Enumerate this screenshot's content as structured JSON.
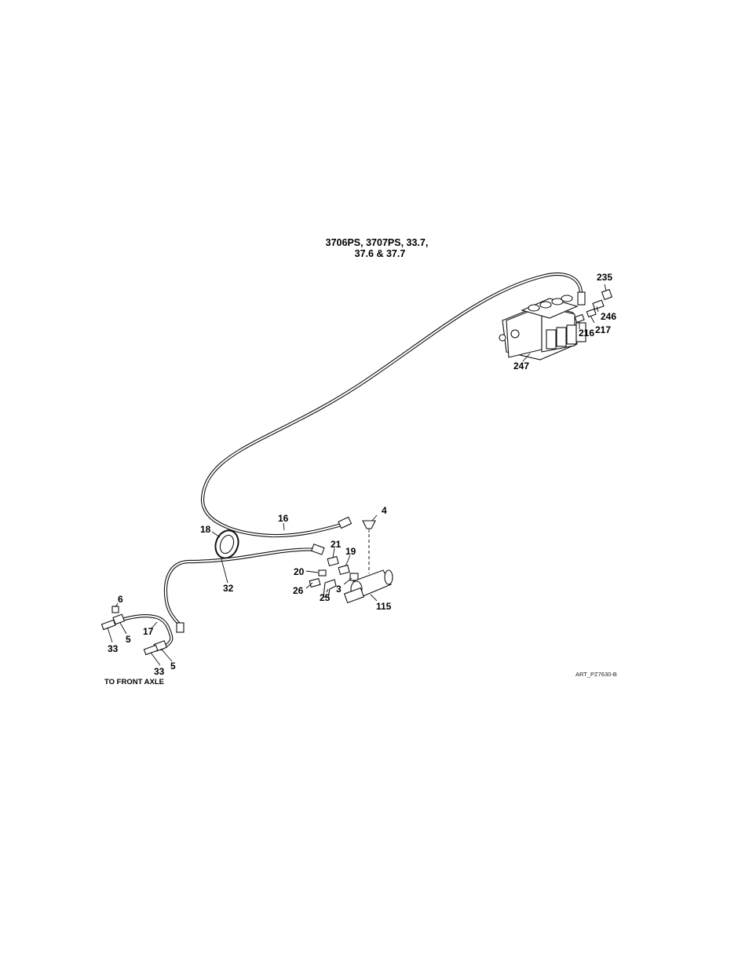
{
  "title_lines": [
    "3706PS, 3707PS, 33.7,",
    "37.6 & 37.7"
  ],
  "labels": {
    "l235": "235",
    "l246": "246",
    "l216": "216",
    "l217": "217",
    "l247": "247",
    "l4": "4",
    "l16": "16",
    "l18": "18",
    "l21": "21",
    "l19": "19",
    "l20": "20",
    "l32": "32",
    "l3": "3",
    "l26": "26",
    "l25": "25",
    "l115": "115",
    "l6": "6",
    "l17": "17",
    "l5a": "5",
    "l33a": "33",
    "l33b": "33",
    "l5b": "5"
  },
  "note": "TO FRONT AXLE",
  "art_ref": "ART_PZ7630-B"
}
